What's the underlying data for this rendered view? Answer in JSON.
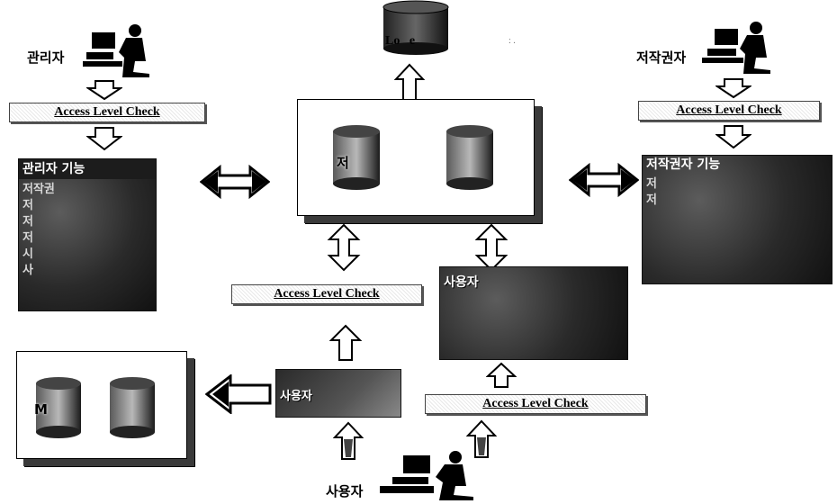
{
  "actors": {
    "admin": "관리자",
    "copyright_holder": "저작권자",
    "user": "사용자"
  },
  "checks": {
    "admin_check": "Access Level Check",
    "copyright_check": "Access Level Check",
    "center_check": "Access Level Check",
    "user_check": "Access Level Check"
  },
  "top_db_label": "Lo",
  "top_db_label_tail": "e",
  "center_box": {
    "db_left_label": "저"
  },
  "admin_panel": {
    "title": "관리자 기능",
    "rows": [
      "저작권",
      "저",
      "저",
      "저",
      "시",
      "사"
    ]
  },
  "copyright_panel": {
    "title": "저작권자 기능",
    "rows": [
      "저",
      "저"
    ]
  },
  "user_func_panel": {
    "title": "사용자"
  },
  "user_small_panel": {
    "title": "사용자"
  },
  "bottom_left_box": {
    "db_left_label": "M"
  },
  "colors": {
    "panel": "#2a2a2a",
    "arrow_fill": "#ffffff",
    "arrow_stroke": "#000000"
  }
}
